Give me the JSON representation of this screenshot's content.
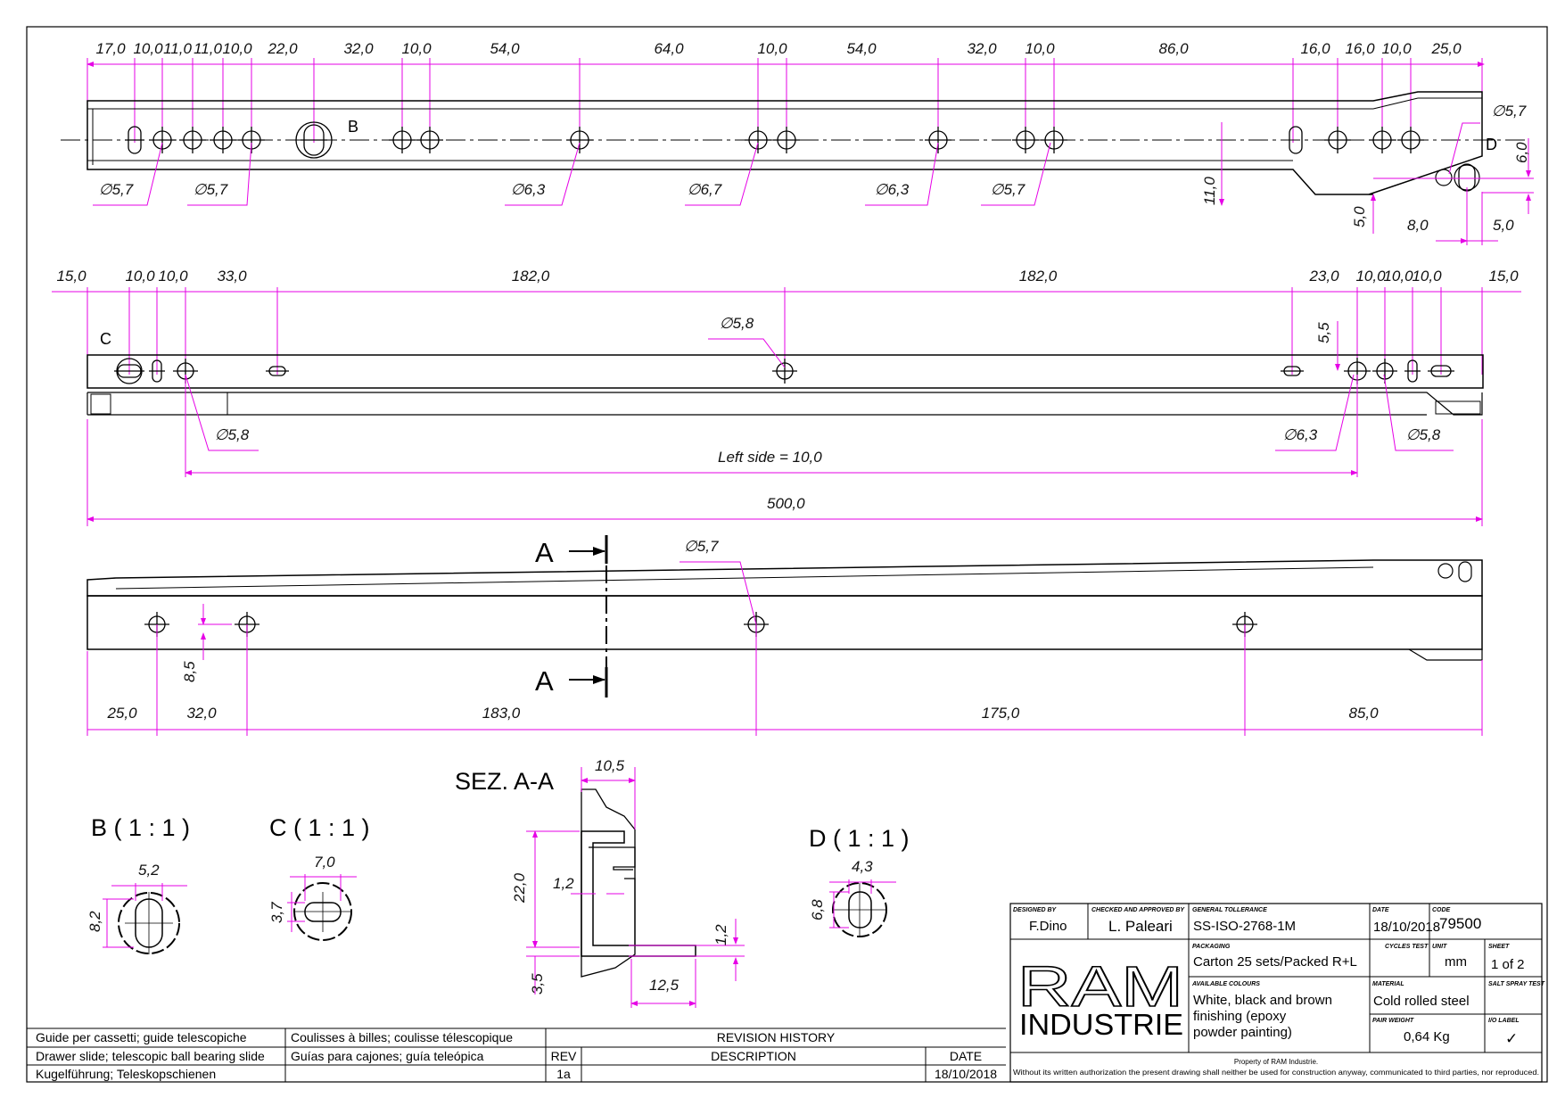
{
  "colors": {
    "dimension": "#e600e6",
    "line": "#000000",
    "background": "#ffffff"
  },
  "view_top": {
    "label_b": "B",
    "label_d": "D",
    "dims": [
      "17,0",
      "10,0",
      "11,0",
      "11,0",
      "10,0",
      "22,0",
      "32,0",
      "10,0",
      "54,0",
      "64,0",
      "10,0",
      "54,0",
      "32,0",
      "10,0",
      "86,0",
      "16,0",
      "16,0",
      "10,0",
      "25,0"
    ],
    "holes": [
      "∅5,7",
      "∅5,7",
      "∅6,3",
      "∅6,7",
      "∅6,3",
      "∅5,7",
      "∅5,7"
    ],
    "extra": [
      "6,0",
      "11,0",
      "5,0",
      "8,0",
      "5,0"
    ]
  },
  "view_middle": {
    "label_c": "C",
    "dims": [
      "15,0",
      "10,0",
      "10,0",
      "33,0",
      "182,0",
      "182,0",
      "23,0",
      "10,0",
      "10,0",
      "10,0",
      "15,0"
    ],
    "holes": [
      "∅5,8",
      "∅5,8",
      "∅6,3",
      "∅5,8"
    ],
    "dim_55": "5,5",
    "left_side": "Left side = 10,0",
    "total": "500,0"
  },
  "view_bottom": {
    "section_a": "A",
    "hole": "∅5,7",
    "dims": [
      "25,0",
      "32,0",
      "183,0",
      "175,0",
      "85,0"
    ],
    "dim_85": "8,5"
  },
  "detail_b": {
    "title": "B ( 1 : 1 )",
    "w": "5,2",
    "h": "8,2"
  },
  "detail_c": {
    "title": "C ( 1 : 1 )",
    "w": "7,0",
    "h": "3,7"
  },
  "detail_d": {
    "title": "D ( 1 : 1 )",
    "w": "4,3",
    "h": "6,8"
  },
  "section": {
    "title": "SEZ. A-A",
    "dims": [
      "10,5",
      "22,0",
      "1,2",
      "3,5",
      "12,5",
      "1,2"
    ]
  },
  "title_block": {
    "designed_by_label": "DESIGNED BY",
    "designed_by": "F.Dino",
    "checked_label": "CHECKED AND APPROVED BY",
    "checked_by": "L. Paleari",
    "tolerance_label": "GENERAL TOLLERANCE",
    "tolerance": "SS-ISO-2768-1M",
    "date_label": "DATE",
    "date": "18/10/2018",
    "code_label": "CODE",
    "code": "79500",
    "packaging_label": "PACKAGING",
    "packaging": "Carton 25 sets/Packed R+L",
    "cycles_label": "CYCLES TEST",
    "unit_label": "UNIT",
    "unit": "mm",
    "sheet_label": "SHEET",
    "sheet": "1 of 2",
    "colours_label": "AVAILABLE COLOURS",
    "colours_lines": [
      "White, black and brown",
      "finishing (epoxy",
      "powder painting)"
    ],
    "material_label": "MATERIAL",
    "material": "Cold rolled steel",
    "salt_label": "SALT SPRAY TEST",
    "weight_label": "PAIR WEIGHT",
    "weight": "0,64 Kg",
    "io_label": "I/O LABEL",
    "io_value": "✓",
    "logo_ram": "RAM",
    "logo_industrie": "INDUSTRIE",
    "property": "Property of RAM Industrie.",
    "disclaimer": "Without its written authorization the present drawing shall neither be used for construction anyway, communicated to third parties, nor reproduced."
  },
  "revision": {
    "desc_rows": [
      "Guide per cassetti; guide telescopiche",
      "Drawer slide; telescopic ball bearing slide",
      "Kugelführung; Teleskopschienen"
    ],
    "desc_rows2": [
      "Coulisses à billes; coulisse télescopique",
      "Guías para cajones; guía teleópica"
    ],
    "title": "REVISION HISTORY",
    "col_rev": "REV",
    "col_desc": "DESCRIPTION",
    "col_date": "DATE",
    "row_rev": "1a",
    "row_date": "18/10/2018"
  }
}
